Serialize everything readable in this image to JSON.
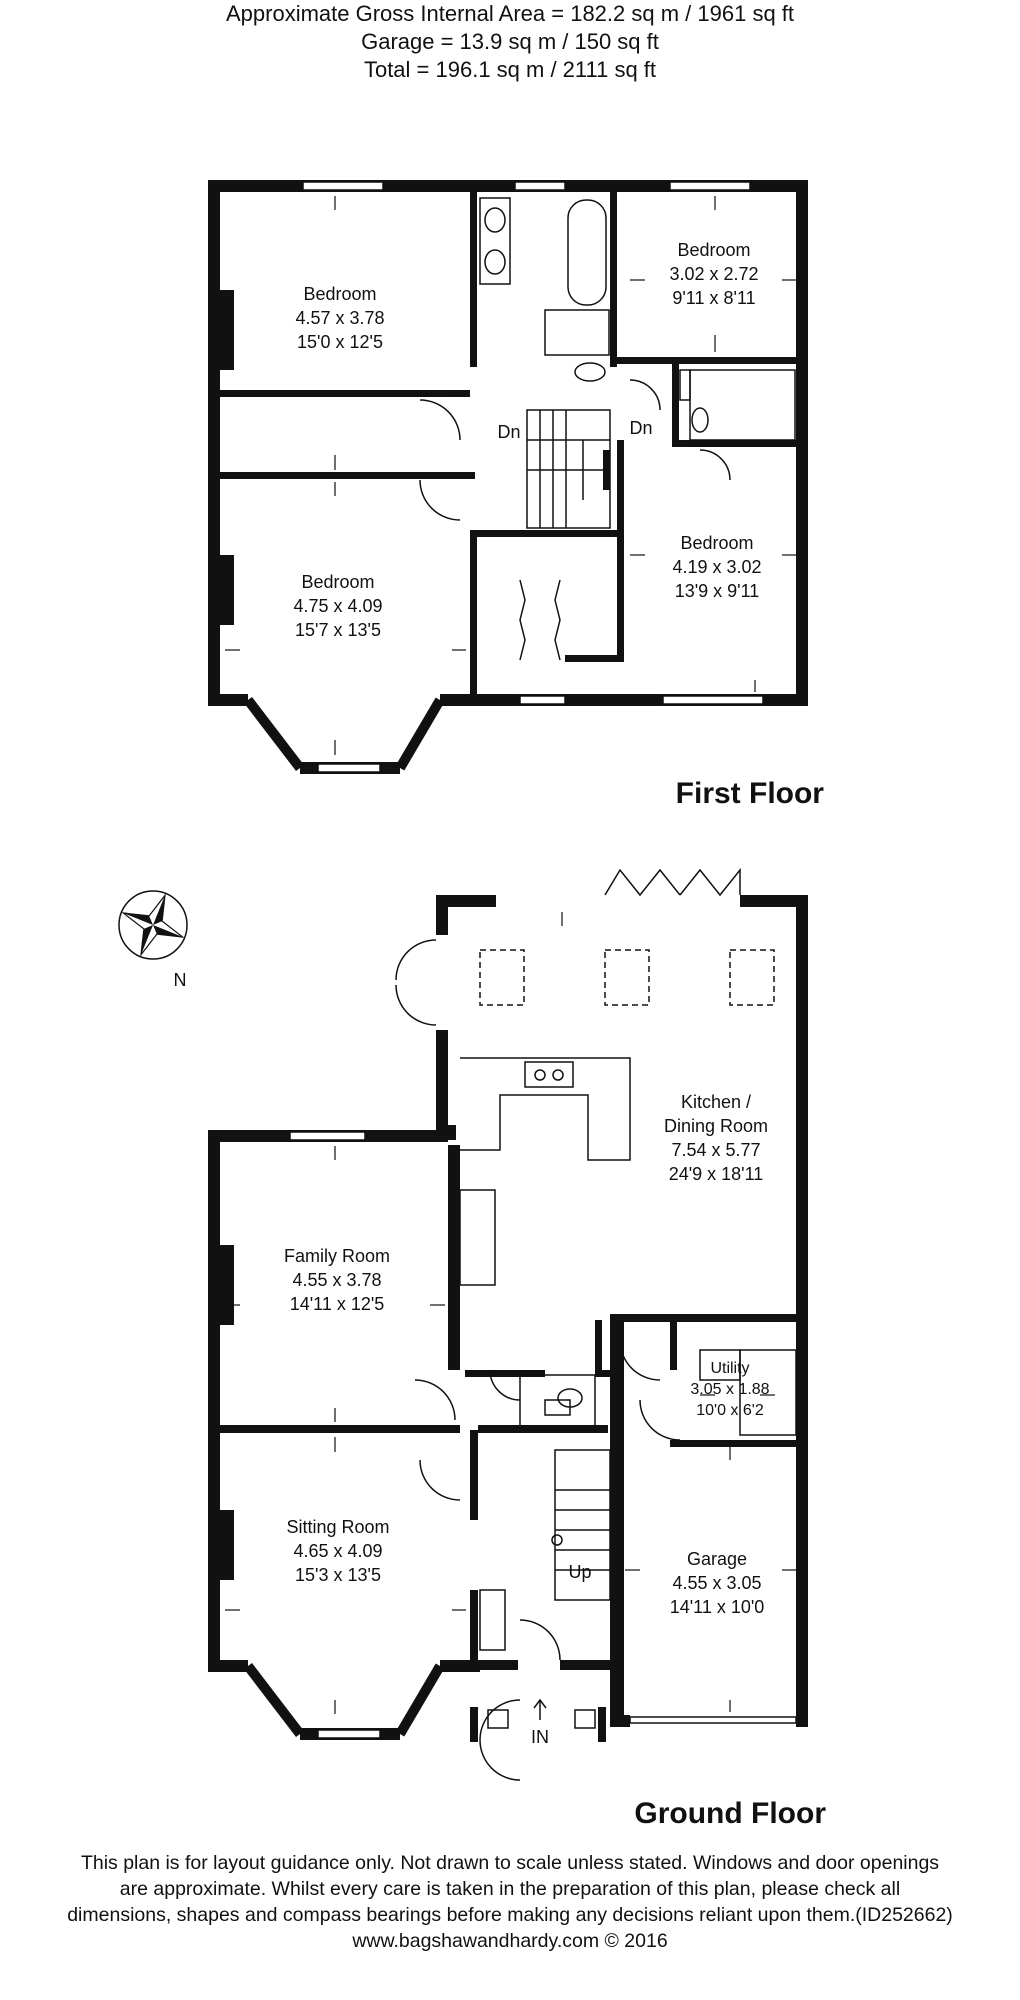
{
  "header": {
    "line1": "Approximate Gross Internal Area = 182.2 sq m / 1961 sq ft",
    "line2": "Garage = 13.9 sq m / 150 sq ft",
    "line3": "Total = 196.1 sq m / 2111 sq ft"
  },
  "first_floor": {
    "title": "First Floor",
    "dn1": "Dn",
    "dn2": "Dn",
    "rooms": [
      {
        "name": "Bedroom",
        "metric": "4.57 x 3.78",
        "imperial": "15'0 x 12'5"
      },
      {
        "name": "Bedroom",
        "metric": "3.02 x 2.72",
        "imperial": "9'11 x 8'11"
      },
      {
        "name": "Bedroom",
        "metric": "4.75 x 4.09",
        "imperial": "15'7 x 13'5"
      },
      {
        "name": "Bedroom",
        "metric": "4.19 x 3.02",
        "imperial": "13'9 x 9'11"
      }
    ]
  },
  "ground_floor": {
    "title": "Ground Floor",
    "up": "Up",
    "in": "IN",
    "compass": "N",
    "rooms": [
      {
        "name": "Kitchen /",
        "name2": "Dining Room",
        "metric": "7.54 x 5.77",
        "imperial": "24'9 x 18'11"
      },
      {
        "name": "Family Room",
        "metric": "4.55 x 3.78",
        "imperial": "14'11 x 12'5"
      },
      {
        "name": "Utility",
        "metric": "3.05 x 1.88",
        "imperial": "10'0 x 6'2"
      },
      {
        "name": "Sitting Room",
        "metric": "4.65 x 4.09",
        "imperial": "15'3 x 13'5"
      },
      {
        "name": "Garage",
        "metric": "4.55 x 3.05",
        "imperial": "14'11 x 10'0"
      }
    ]
  },
  "footer": {
    "line1": "This plan is for layout guidance only. Not drawn to scale unless stated. Windows and door openings",
    "line2": "are approximate. Whilst every care is taken in the preparation of this plan, please check all",
    "line3": "dimensions, shapes and compass bearings before making any decisions reliant upon them.(ID252662)",
    "line4": "www.bagshawandhardy.com © 2016"
  }
}
